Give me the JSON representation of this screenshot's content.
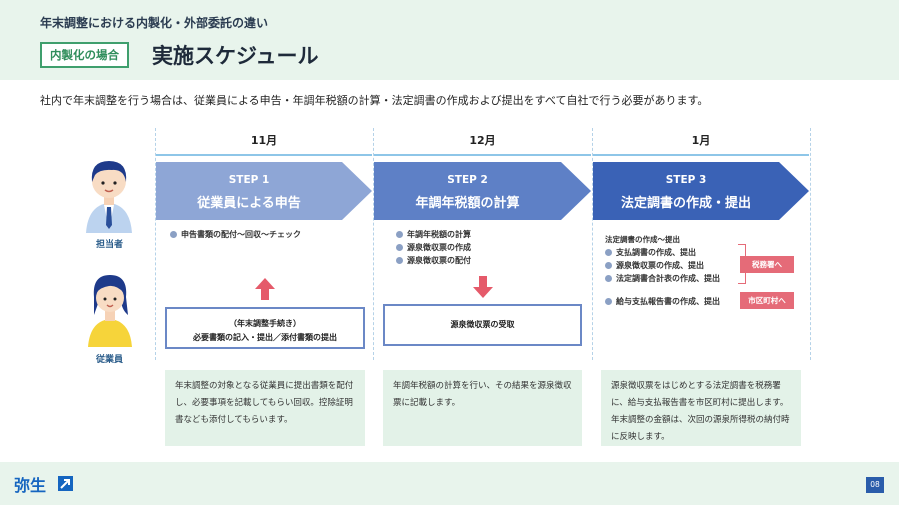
{
  "header": {
    "subtitle": "年末調整における内製化・外部委託の違い",
    "tag": "内製化の場合",
    "title": "実施スケジュール"
  },
  "intro": "社内で年末調整を行う場合は、従業員による申告・年調年税額の計算・法定調書の作成および提出をすべて自社で行う必要があります。",
  "roles": {
    "staff": "担当者",
    "employee": "従業員"
  },
  "months": [
    "11月",
    "12月",
    "1月"
  ],
  "steps": [
    {
      "label": "STEP 1",
      "name": "従業員による申告",
      "color": "#8ea6d6"
    },
    {
      "label": "STEP 2",
      "name": "年調年税額の計算",
      "color": "#5e80c6"
    },
    {
      "label": "STEP 3",
      "name": "法定調書の作成・提出",
      "color": "#3a62b6"
    }
  ],
  "col1": {
    "bullets": [
      "申告書類の配付〜回収〜チェック"
    ],
    "box_line1": "（年末調整手続き）",
    "box_line2": "必要書類の記入・提出／添付書類の提出",
    "note": "年末調整の対象となる従業員に提出書類を配付し、必要事項を記載してもらい回収。控除証明書なども添付してもらいます。"
  },
  "col2": {
    "bullets": [
      "年調年税額の計算",
      "源泉徴収票の作成",
      "源泉徴収票の配付"
    ],
    "box": "源泉徴収票の受取",
    "note": "年調年税額の計算を行い、その結果を源泉徴収票に記載します。"
  },
  "col3": {
    "group_title": "法定調書の作成〜提出",
    "bullets": [
      "支払調書の作成、提出",
      "源泉徴収票の作成、提出",
      "法定調書合計表の作成、提出"
    ],
    "bullet4": "給与支払報告書の作成、提出",
    "badge1": "税務署へ",
    "badge2": "市区町村へ",
    "note": "源泉徴収票をはじめとする法定調書を税務署に、給与支払報告書を市区町村に提出します。年末調整の金額は、次回の源泉所得税の納付時に反映します。"
  },
  "footer": {
    "logo": "弥生",
    "page": "08"
  },
  "colors": {
    "accent_green": "#3f9f6d",
    "arrow_red": "#e55a6a",
    "badge_red": "#e56b78",
    "brand_blue": "#1565c0"
  }
}
